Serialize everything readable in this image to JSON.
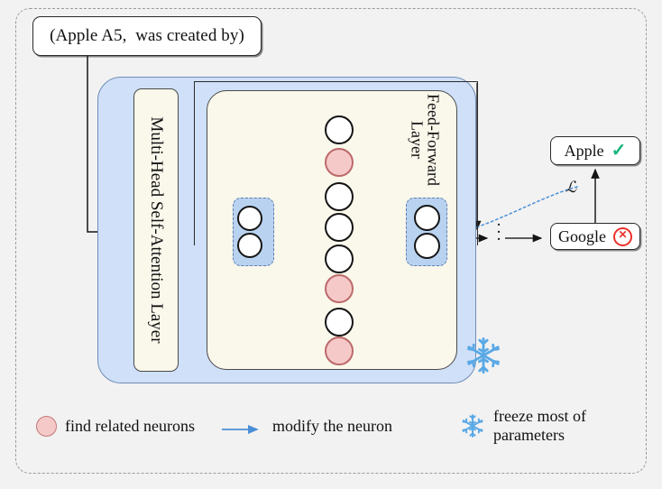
{
  "figure": {
    "prompt": {
      "text": "(Apple A5,  was created by)"
    },
    "transformer": {
      "attention_layer_label": "Multi-Head Self-Attention Layer",
      "ffn_layer_label_line1": "Feed-Forward",
      "ffn_layer_label_line2": "Layer",
      "freeze_icon": "snowflake-icon",
      "continuation_ellipsis": "vertical-ellipsis"
    },
    "network": {
      "input_neurons": [
        {
          "id": "in-1",
          "state": "white"
        },
        {
          "id": "in-2",
          "state": "white"
        }
      ],
      "hidden_neurons": [
        {
          "id": "h-1",
          "state": "white"
        },
        {
          "id": "h-2",
          "state": "pink"
        },
        {
          "id": "h-3",
          "state": "white"
        },
        {
          "id": "h-4",
          "state": "white"
        },
        {
          "id": "h-5",
          "state": "white"
        },
        {
          "id": "h-6",
          "state": "pink"
        },
        {
          "id": "h-7",
          "state": "white"
        },
        {
          "id": "h-8",
          "state": "pink"
        }
      ],
      "output_neurons": [
        {
          "id": "out-1",
          "state": "white"
        },
        {
          "id": "out-2",
          "state": "white"
        }
      ]
    },
    "outputs": {
      "correct": {
        "label": "Apple",
        "status_icon": "check-icon"
      },
      "incorrect": {
        "label": "Google",
        "status_icon": "x-circle-icon"
      },
      "loss_symbol": "ℒ"
    },
    "legend": [
      {
        "icon": "pink-circle-icon",
        "label": "find related neurons"
      },
      {
        "icon": "blue-arrow-icon",
        "label": "modify the neuron"
      },
      {
        "icon": "snowflake-icon",
        "label": "freeze most of parameters"
      }
    ],
    "colors": {
      "transformer_block": "#cfe0f8",
      "panel_cream": "#faf7eb",
      "group_box": "#b9d2f0",
      "neuron_pink": "#f6c9c9",
      "neuron_pink_border": "#bc6a6a",
      "modify_arrow_blue": "#4a8fd6",
      "related_edge_red": "#c06a6a",
      "check_green": "#16b57a",
      "x_red": "#e8302a",
      "snowflake_blue": "#5aa9e6"
    }
  }
}
